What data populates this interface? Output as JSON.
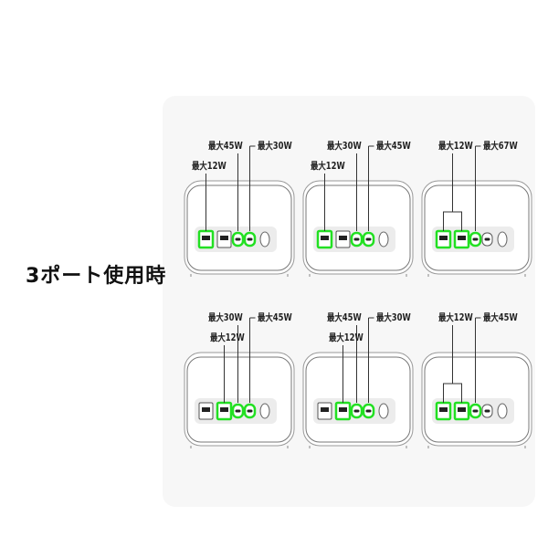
{
  "title": "3ポート使用時",
  "colors": {
    "highlight": "#22e022",
    "outline": "#888888",
    "panel_bg": "#f7f7f7"
  },
  "panels": [
    {
      "highlight": [
        0,
        2,
        3
      ],
      "labels": [
        {
          "text": "最大12W",
          "ports": [
            0
          ],
          "level": "low"
        },
        {
          "text": "最大45W",
          "ports": [
            2
          ],
          "level": "high"
        },
        {
          "text": "最大30W",
          "ports": [
            3
          ],
          "level": "high"
        }
      ]
    },
    {
      "highlight": [
        0,
        2,
        3
      ],
      "labels": [
        {
          "text": "最大12W",
          "ports": [
            0
          ],
          "level": "low"
        },
        {
          "text": "最大30W",
          "ports": [
            2
          ],
          "level": "high"
        },
        {
          "text": "最大45W",
          "ports": [
            3
          ],
          "level": "high"
        }
      ]
    },
    {
      "highlight": [
        0,
        1,
        2
      ],
      "labels": [
        {
          "text": "最大12W",
          "ports": [
            0,
            1
          ],
          "level": "high"
        },
        {
          "text": "最大67W",
          "ports": [
            2
          ],
          "level": "high"
        }
      ]
    },
    {
      "highlight": [
        1,
        2,
        3
      ],
      "labels": [
        {
          "text": "最大12W",
          "ports": [
            1
          ],
          "level": "low"
        },
        {
          "text": "最大30W",
          "ports": [
            2
          ],
          "level": "high"
        },
        {
          "text": "最大45W",
          "ports": [
            3
          ],
          "level": "high"
        }
      ]
    },
    {
      "highlight": [
        1,
        2,
        3
      ],
      "labels": [
        {
          "text": "最大12W",
          "ports": [
            1
          ],
          "level": "low"
        },
        {
          "text": "最大45W",
          "ports": [
            2
          ],
          "level": "high"
        },
        {
          "text": "最大30W",
          "ports": [
            3
          ],
          "level": "high"
        }
      ]
    },
    {
      "highlight": [
        0,
        1,
        2
      ],
      "labels": [
        {
          "text": "最大12W",
          "ports": [
            0,
            1
          ],
          "level": "high"
        },
        {
          "text": "最大45W",
          "ports": [
            2
          ],
          "level": "high"
        }
      ]
    }
  ]
}
